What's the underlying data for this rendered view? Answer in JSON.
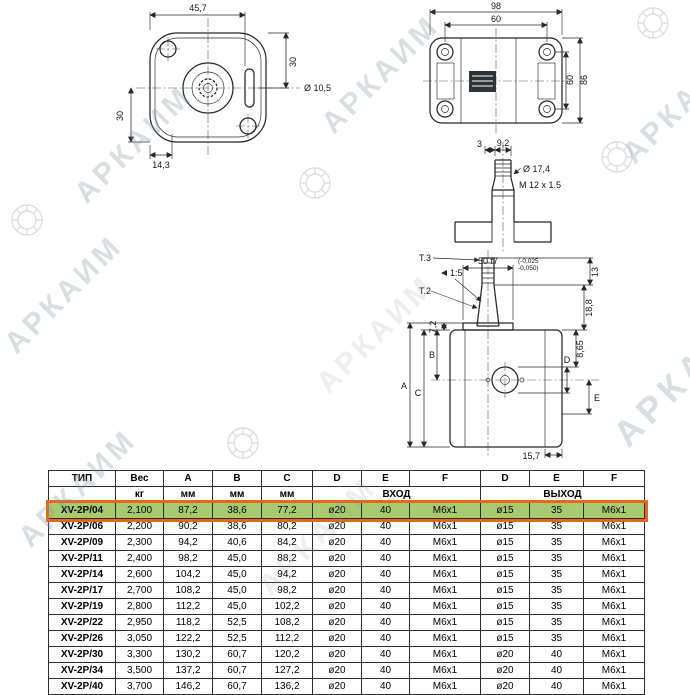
{
  "watermark": {
    "text": "АРКАИМ"
  },
  "drawings": {
    "front": {
      "dim_width": "45,7",
      "dim_side_right": "30",
      "dim_side_left": "30",
      "dim_bottom": "14,3",
      "dim_hole": "Ø 10,5"
    },
    "rear": {
      "dim_overall_width": "98",
      "dim_bolt_spacing": "60",
      "dim_bolt_vertical": "60",
      "dim_overall_height": "86"
    },
    "shaft": {
      "dim_width": "9,2",
      "dim_key": "3",
      "dim_diameter": "Ø 17,4",
      "dim_thread": "M 12 x 1.5"
    },
    "side": {
      "t3": "T.3",
      "t2": "T.2",
      "taper": "1:5",
      "fit": "50 f7",
      "tol_upper": "(-0,025",
      "tol_lower": "-0,050)",
      "dim_13": "13",
      "dim_18_8": "18,8",
      "dim_8_65": "8,65",
      "dim_7_2": "7,2",
      "dim_15_7": "15,7",
      "dim_a": "A",
      "dim_b": "B",
      "dim_c": "C",
      "dim_d": "D",
      "dim_e": "E"
    }
  },
  "table": {
    "h1": [
      "ТИП",
      "Вес",
      "A",
      "B",
      "C",
      "D",
      "E",
      "F",
      "D",
      "E",
      "F"
    ],
    "h2": {
      "kg": "кг",
      "mm1": "мм",
      "mm2": "мм",
      "mm3": "мм",
      "in": "ВХОД",
      "out": "ВЫХОД"
    },
    "highlight": {
      "bg": "#a8ca6e",
      "border": "#e4671c"
    },
    "rows": [
      {
        "type": "XV-2P/04",
        "highlight": true,
        "cells": [
          "2,100",
          "87,2",
          "38,6",
          "77,2",
          "ø20",
          "40",
          "M6x1",
          "ø15",
          "35",
          "M6x1"
        ]
      },
      {
        "type": "XV-2P/06",
        "highlight": false,
        "cells": [
          "2,200",
          "90,2",
          "38,6",
          "80,2",
          "ø20",
          "40",
          "M6x1",
          "ø15",
          "35",
          "M6x1"
        ]
      },
      {
        "type": "XV-2P/09",
        "highlight": false,
        "cells": [
          "2,300",
          "94,2",
          "40,6",
          "84,2",
          "ø20",
          "40",
          "M6x1",
          "ø15",
          "35",
          "M6x1"
        ]
      },
      {
        "type": "XV-2P/11",
        "highlight": false,
        "cells": [
          "2,400",
          "98,2",
          "45,0",
          "88,2",
          "ø20",
          "40",
          "M6x1",
          "ø15",
          "35",
          "M6x1"
        ]
      },
      {
        "type": "XV-2P/14",
        "highlight": false,
        "cells": [
          "2,600",
          "104,2",
          "45,0",
          "94,2",
          "ø20",
          "40",
          "M6x1",
          "ø15",
          "35",
          "M6x1"
        ]
      },
      {
        "type": "XV-2P/17",
        "highlight": false,
        "cells": [
          "2,700",
          "108,2",
          "45,0",
          "98,2",
          "ø20",
          "40",
          "M6x1",
          "ø15",
          "35",
          "M6x1"
        ]
      },
      {
        "type": "XV-2P/19",
        "highlight": false,
        "cells": [
          "2,800",
          "112,2",
          "45,0",
          "102,2",
          "ø20",
          "40",
          "M6x1",
          "ø15",
          "35",
          "M6x1"
        ]
      },
      {
        "type": "XV-2P/22",
        "highlight": false,
        "cells": [
          "2,950",
          "118,2",
          "52,5",
          "108,2",
          "ø20",
          "40",
          "M6x1",
          "ø15",
          "35",
          "M6x1"
        ]
      },
      {
        "type": "XV-2P/26",
        "highlight": false,
        "cells": [
          "3,050",
          "122,2",
          "52,5",
          "112,2",
          "ø20",
          "40",
          "M6x1",
          "ø15",
          "35",
          "M6x1"
        ]
      },
      {
        "type": "XV-2P/30",
        "highlight": false,
        "cells": [
          "3,300",
          "130,2",
          "60,7",
          "120,2",
          "ø20",
          "40",
          "M6x1",
          "ø20",
          "40",
          "M6x1"
        ]
      },
      {
        "type": "XV-2P/34",
        "highlight": false,
        "cells": [
          "3,500",
          "137,2",
          "60,7",
          "127,2",
          "ø20",
          "40",
          "M6x1",
          "ø20",
          "40",
          "M6x1"
        ]
      },
      {
        "type": "XV-2P/40",
        "highlight": false,
        "cells": [
          "3,700",
          "146,2",
          "60,7",
          "136,2",
          "ø20",
          "40",
          "M6x1",
          "ø20",
          "40",
          "M6x1"
        ]
      }
    ]
  }
}
